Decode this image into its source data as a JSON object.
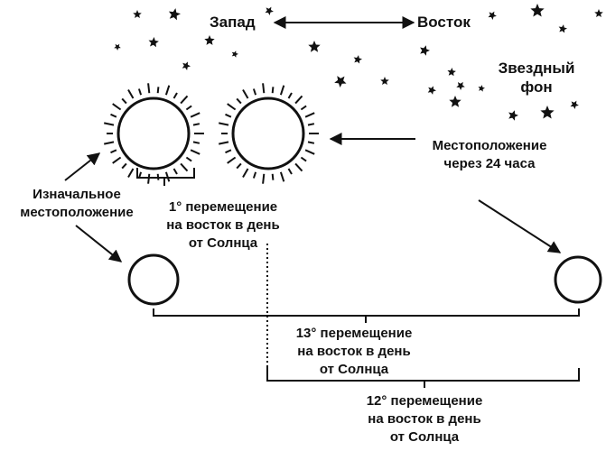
{
  "colors": {
    "ink": "#111111",
    "background": "#ffffff"
  },
  "direction": {
    "west": "Запад",
    "east": "Восток"
  },
  "star_background": [
    "Звездный",
    "фон"
  ],
  "position_after_24h": [
    "Местоположение",
    "через 24 часа"
  ],
  "initial_position": [
    "Изначальное",
    "местоположение"
  ],
  "sun_shift": {
    "degrees": 1,
    "lines": [
      "1° перемещение",
      "на восток в день",
      "от Солнца"
    ]
  },
  "shift_13": {
    "degrees": 13,
    "lines": [
      "13° перемещение",
      "на восток в день",
      "от Солнца"
    ]
  },
  "shift_12": {
    "degrees": 12,
    "lines": [
      "12° перемещение",
      "на восток в день",
      "от Солнца"
    ]
  },
  "icons": {
    "sun": "sun-icon",
    "moon": "moon-circle-icon",
    "star": "star-icon"
  }
}
